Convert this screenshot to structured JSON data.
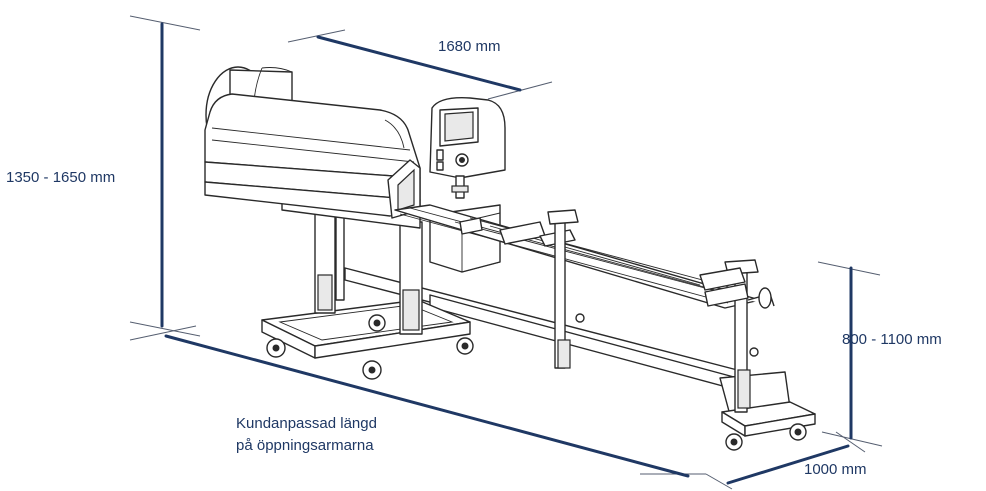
{
  "dimensions": {
    "width_top": "1680 mm",
    "height_total": "1350 - 1650 mm",
    "height_table": "800 - 1100 mm",
    "depth": "1000 mm",
    "arm_length_line1": "Kundanpassad längd",
    "arm_length_line2": "på öppningsarmarna"
  },
  "colors": {
    "label": "#1f3864",
    "dimension_line": "#1f3864",
    "drawing": "#2a2a2a"
  }
}
